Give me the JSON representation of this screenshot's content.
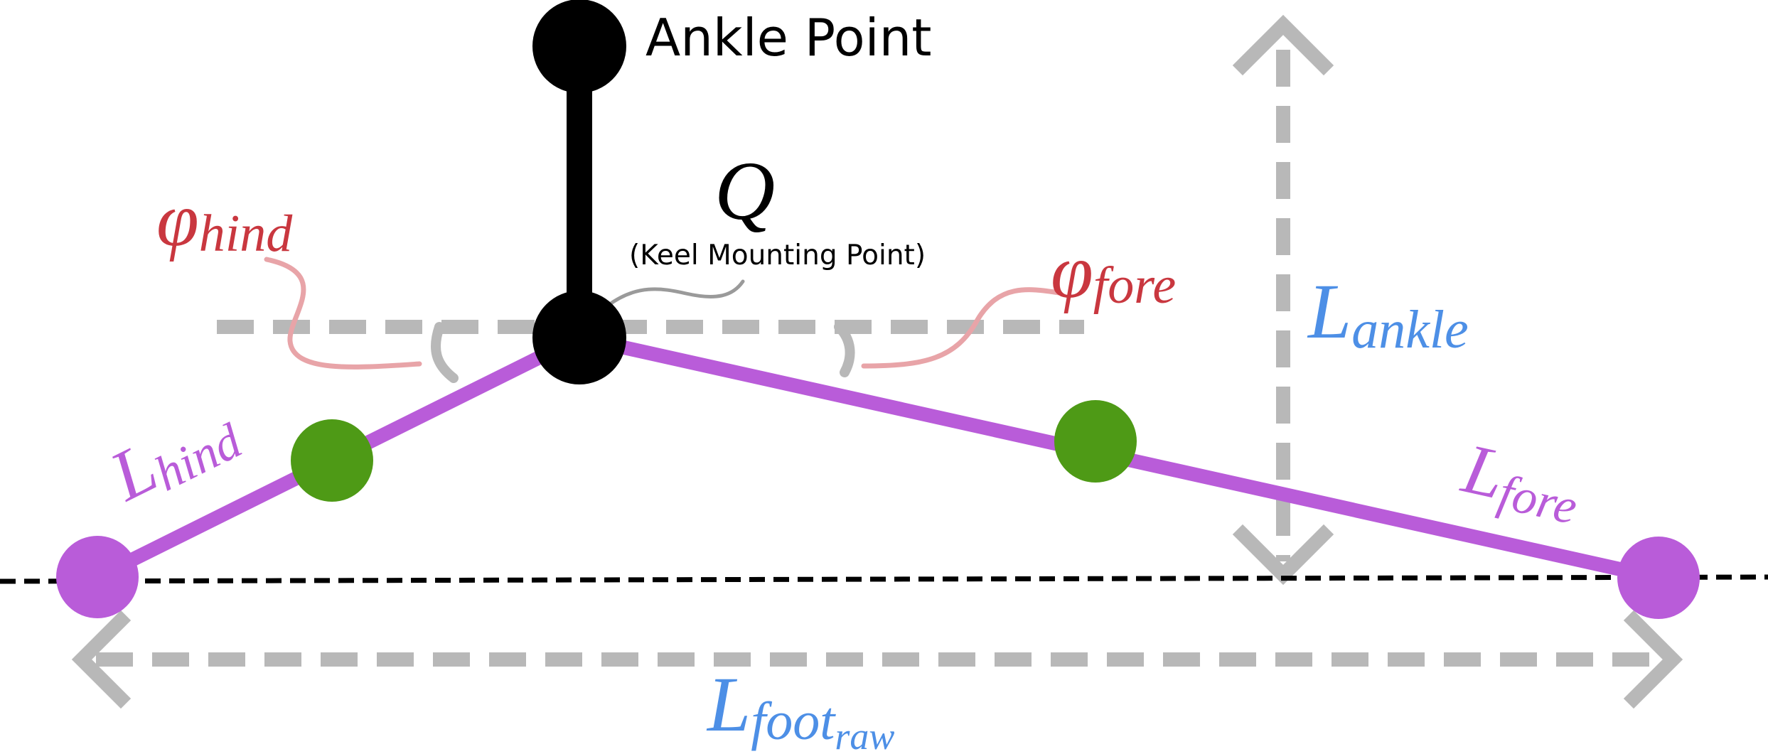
{
  "labels": {
    "ankle_point": "Ankle Point",
    "q": "Q",
    "keel_mounting_point": "(Keel Mounting Point)",
    "phi": "φ",
    "phi_hind_sub": "hind",
    "phi_fore_sub": "fore",
    "l_ankle_base": "L",
    "l_ankle_sub": "ankle",
    "l_hind_base": "L",
    "l_hind_sub": "hind",
    "l_fore_base": "L",
    "l_fore_sub": "fore",
    "l_foot_base": "L",
    "l_foot_sub": "foot",
    "l_foot_subsub": "raw"
  },
  "colors": {
    "ankle": "#000000",
    "keel": "#b95cd9",
    "midpoint": "#4e9a16",
    "angle_label": "#c9373f",
    "angle_leader": "#e8a4a8",
    "length_label": "#4d8fe6",
    "guide": "#b8b8b8",
    "ground": "#000000"
  }
}
